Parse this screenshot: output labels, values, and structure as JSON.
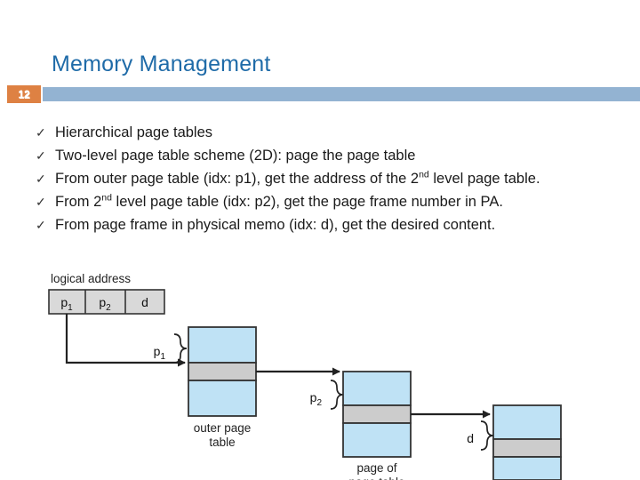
{
  "slide": {
    "title": "Memory Management",
    "page_number": "12",
    "page_number_overlap": "12",
    "accent_title_color": "#1F6BA8",
    "header_bar_color": "#93B3D2",
    "badge_color": "#DE8143"
  },
  "bullets": [
    {
      "marker": "✓",
      "parts": [
        {
          "t": "Hierarchical page tables"
        }
      ]
    },
    {
      "marker": "✓",
      "parts": [
        {
          "t": "Two-level page table scheme (2D): page the page table"
        }
      ]
    },
    {
      "marker": "✓",
      "parts": [
        {
          "t": "From outer page table (idx: p1), get the address of the 2"
        },
        {
          "t": "nd",
          "sup": true
        },
        {
          "t": " level page table."
        }
      ]
    },
    {
      "marker": "✓",
      "parts": [
        {
          "t": "From 2"
        },
        {
          "t": "nd",
          "sup": true
        },
        {
          "t": " level page table (idx: p2), get the page frame number in PA."
        }
      ]
    },
    {
      "marker": "✓",
      "parts": [
        {
          "t": "From page frame in physical memo (idx: d), get the desired content."
        }
      ]
    }
  ],
  "diagram": {
    "logical_address_label": "logical address",
    "address_cells": [
      {
        "base": "p",
        "sub": "1"
      },
      {
        "base": "p",
        "sub": "2"
      },
      {
        "base": "d",
        "sub": ""
      }
    ],
    "brace_labels": [
      {
        "base": "p",
        "sub": "1"
      },
      {
        "base": "p",
        "sub": "2"
      },
      {
        "base": "d",
        "sub": ""
      }
    ],
    "table_captions": [
      {
        "line1": "outer page",
        "line2": "table"
      },
      {
        "line1": "page of",
        "line2": "page table"
      }
    ],
    "colors": {
      "table_fill": "#BFE2F5",
      "highlight_fill": "#CCCCCC",
      "address_cell_fill": "#D9D9D9",
      "stroke": "#333333"
    }
  }
}
